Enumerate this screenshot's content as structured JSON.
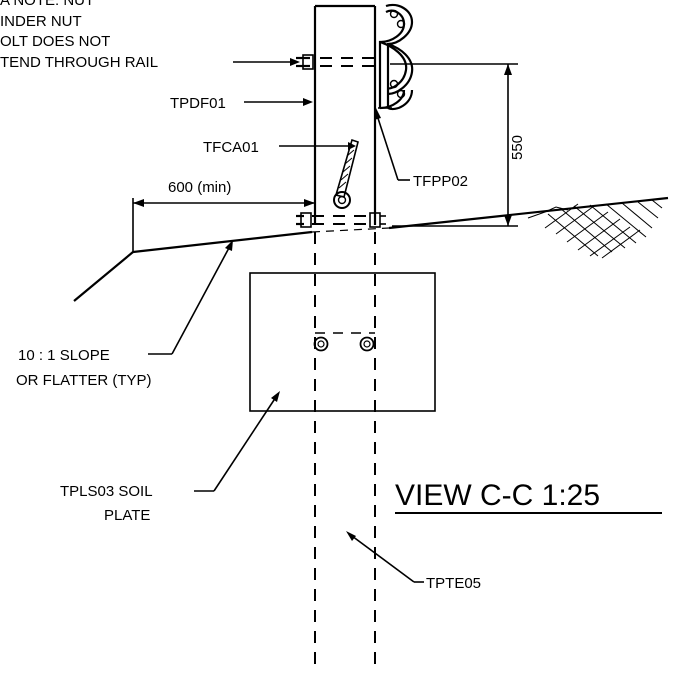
{
  "labels": {
    "note_line1": "A NOTE: NUT",
    "note_line2": "INDER  NUT",
    "note_line3": "OLT  DOES  NOT",
    "note_line4": "TEND  THROUGH  RAIL",
    "post": "TPDF01",
    "cable_anchor": "TFCA01",
    "post_plate": "TFPP02",
    "dim_600": "600  (min)",
    "dim_550": "550",
    "slope_line1": "10 : 1 SLOPE",
    "slope_line2": "OR  FLATTER  (TYP)",
    "soil_plate_line1": "TPLS03  SOIL",
    "soil_plate_line2": "PLATE",
    "tube": "TPTE05",
    "view_title": "VIEW   C-C   1:25"
  }
}
